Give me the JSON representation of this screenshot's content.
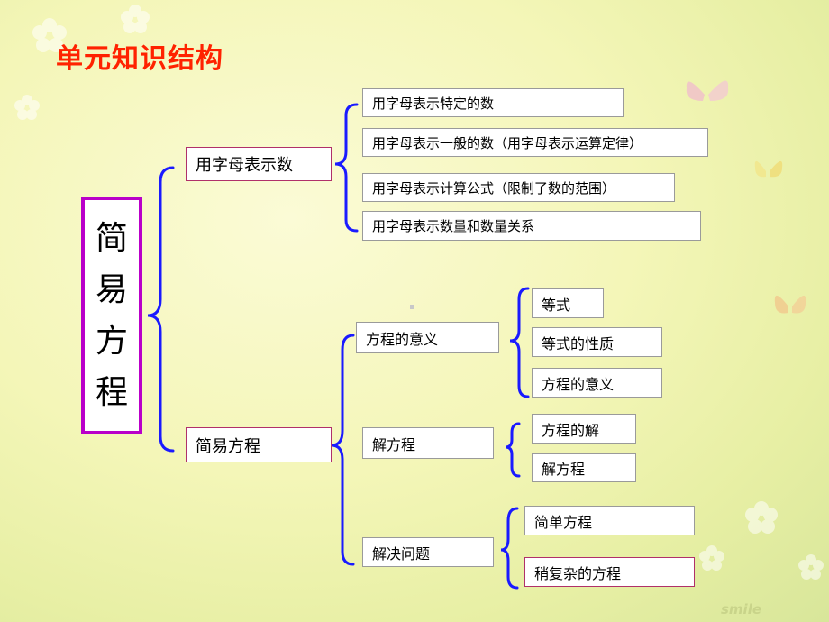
{
  "title": "单元知识结构",
  "root": [
    "简",
    "易",
    "方",
    "程"
  ],
  "level1": {
    "letters": "用字母表示数",
    "equation": "简易方程"
  },
  "letters_items": [
    "用字母表示特定的数",
    "用字母表示一般的数（用字母表示运算定律）",
    "用字母表示计算公式（限制了数的范围）",
    "用字母表示数量和数量关系"
  ],
  "equation_items": {
    "meaning": "方程的意义",
    "solve": "解方程",
    "problems": "解决问题"
  },
  "meaning_items": [
    "等式",
    "等式的性质",
    "方程的意义"
  ],
  "solve_items": [
    "方程的解",
    "解方程"
  ],
  "problems_items": [
    "简单方程",
    "稍复杂的方程"
  ],
  "watermark": "smile",
  "colors": {
    "title": "#ff2200",
    "bracket": "#1a1aff",
    "root_border": "#b900c9",
    "box_border": "#b0306a"
  }
}
